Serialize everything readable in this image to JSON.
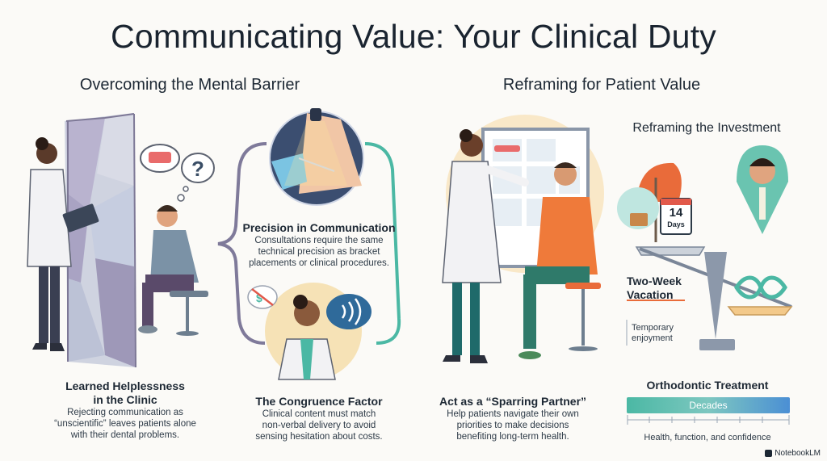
{
  "title": "Communicating Value: Your Clinical Duty",
  "left_section": {
    "heading": "Overcoming the Mental Barrier",
    "helplessness": {
      "title_line1": "Learned Helplessness",
      "title_line2": "in the Clinic",
      "desc_lines": [
        "Rejecting communication as",
        "“unscientific” leaves patients alone",
        "with their dental problems."
      ]
    },
    "precision": {
      "title": "Precision in Communication",
      "desc_lines": [
        "Consultations require the same",
        "technical precision as bracket",
        "placements or clinical procedures."
      ]
    },
    "congruence": {
      "title": "The Congruence Factor",
      "desc_lines": [
        "Clinical content must match",
        "non-verbal delivery to avoid",
        "sensing hesitation about costs."
      ]
    }
  },
  "right_section": {
    "heading": "Reframing for Patient Value",
    "sparring": {
      "title": "Act as a “Sparring Partner”",
      "desc_lines": [
        "Help patients navigate their own",
        "priorities to make decisions",
        "benefiting long-term health."
      ]
    },
    "investment": {
      "heading": "Reframing the Investment",
      "calendar_number": "14",
      "calendar_unit": "Days",
      "vacation_line1": "Two-Week",
      "vacation_line2": "Vacation",
      "temporary_line1": "Temporary",
      "temporary_line2": "enjoyment",
      "ortho_title": "Orthodontic Treatment",
      "decades_label": "Decades",
      "ortho_caption": "Health, function, and confidence"
    }
  },
  "watermark": "NotebookLM",
  "colors": {
    "teal": "#4bb8a4",
    "orange": "#ef7a3a",
    "navy": "#1d2834",
    "lavender": "#b8b0cc",
    "amber": "#f3c98a"
  }
}
